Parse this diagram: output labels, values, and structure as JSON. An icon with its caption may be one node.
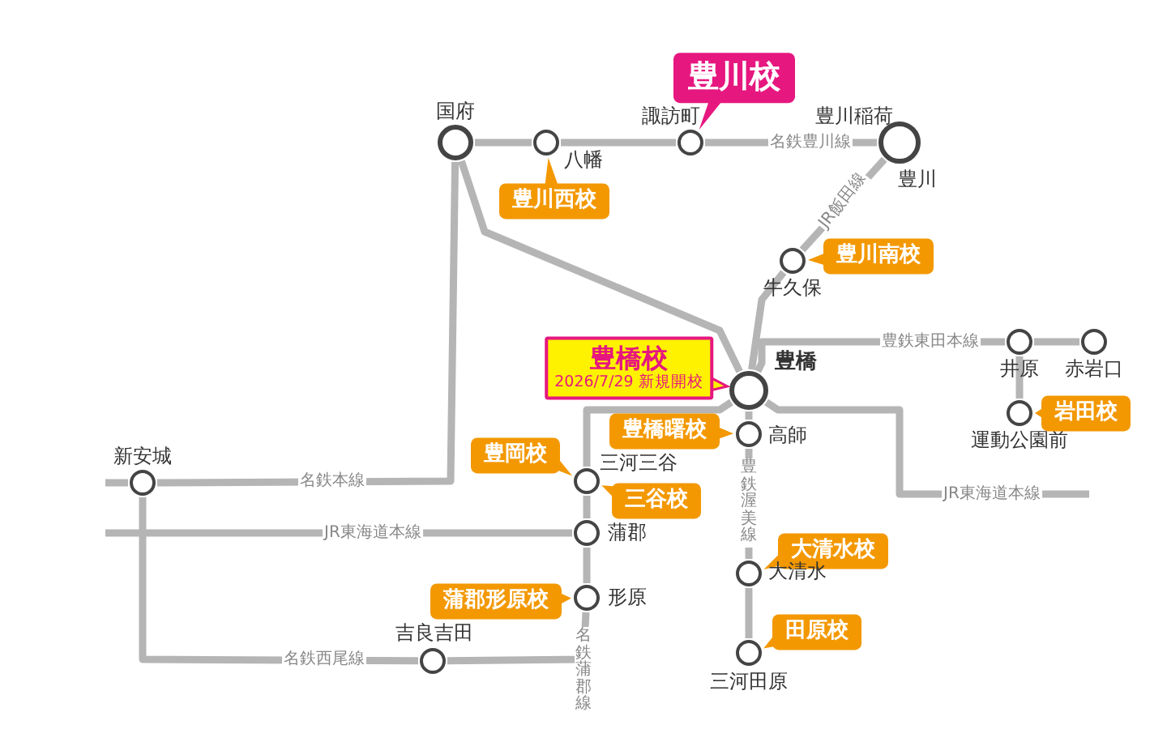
{
  "diagram": {
    "nodes": [
      {
        "text": [
          "豊川校"
        ]
      },
      {
        "text": [],
        "shape": "circle",
        "beside": [
          "国府"
        ]
      },
      {
        "text": [],
        "shape": "circle",
        "beside": [
          "八幡"
        ]
      },
      {
        "text": [],
        "shape": "circle",
        "beside": [
          "諏訪町"
        ]
      },
      {
        "text": [],
        "shape": "circle",
        "beside": [
          "豊川稲荷",
          "豊川"
        ]
      },
      {
        "text": [
          "豊川西校"
        ]
      },
      {
        "text": [
          "豊川南校"
        ]
      },
      {
        "text": [],
        "shape": "circle",
        "beside": [
          "牛久保"
        ]
      },
      {
        "text": [],
        "shape": "circle",
        "beside": [
          "豊橋"
        ]
      },
      {
        "text": [
          "豊橋校",
          "2026/7/29 新規開校"
        ]
      },
      {
        "text": [],
        "shape": "circle",
        "beside": [
          "井原"
        ]
      },
      {
        "text": [],
        "shape": "circle",
        "beside": [
          "赤岩口"
        ]
      },
      {
        "text": [],
        "shape": "circle",
        "beside": [
          "運動公園前"
        ]
      },
      {
        "text": [
          "岩田校"
        ]
      },
      {
        "text": [
          "豊橋曙校"
        ]
      },
      {
        "text": [],
        "shape": "circle",
        "beside": [
          "高師"
        ]
      },
      {
        "text": [],
        "shape": "circle",
        "beside": [
          "新安城"
        ]
      },
      {
        "text": [
          "豊岡校"
        ]
      },
      {
        "text": [],
        "shape": "circle",
        "beside": [
          "三河三谷"
        ]
      },
      {
        "text": [
          "三谷校"
        ]
      },
      {
        "text": [],
        "shape": "circle",
        "beside": [
          "蒲郡"
        ]
      },
      {
        "text": [
          "大清水校"
        ]
      },
      {
        "text": [],
        "shape": "circle",
        "beside": [
          "大清水"
        ]
      },
      {
        "text": [
          "蒲郡形原校"
        ]
      },
      {
        "text": [],
        "shape": "circle",
        "beside": [
          "形原"
        ]
      },
      {
        "text": [
          "田原校"
        ]
      },
      {
        "text": [],
        "shape": "circle",
        "beside": [
          "吉良吉田"
        ]
      },
      {
        "text": [],
        "shape": "circle",
        "beside": [
          "三河田原"
        ]
      }
    ],
    "edges": [
      {
        "from": 1,
        "to": 2,
        "arrow": "none"
      },
      {
        "from": 2,
        "to": 3,
        "arrow": "none"
      },
      {
        "from": 3,
        "to": 4,
        "arrow": "none",
        "label": "名鉄豊川線"
      },
      {
        "from": 4,
        "to": 7,
        "arrow": "none",
        "label": "JR飯田線"
      },
      {
        "from": 7,
        "to": 8,
        "arrow": "none"
      },
      {
        "from": 1,
        "to": 8,
        "arrow": "none"
      },
      {
        "from": 1,
        "to": 16,
        "arrow": "none",
        "label": "名鉄本線"
      },
      {
        "from": 16,
        "to": null,
        "arrow": "none"
      },
      {
        "from": null,
        "to": 20,
        "arrow": "none",
        "label": "JR東海道本線"
      },
      {
        "from": 20,
        "to": 18,
        "arrow": "none"
      },
      {
        "from": 18,
        "to": 8,
        "arrow": "none"
      },
      {
        "from": 8,
        "to": null,
        "arrow": "none",
        "label": "JR東海道本線"
      },
      {
        "from": 8,
        "to": 10,
        "arrow": "none",
        "label": "豊鉄東田本線"
      },
      {
        "from": 10,
        "to": 11,
        "arrow": "none"
      },
      {
        "from": 10,
        "to": 12,
        "arrow": "none"
      },
      {
        "from": 8,
        "to": 15,
        "arrow": "none"
      },
      {
        "from": 15,
        "to": 22,
        "arrow": "none",
        "label": "豊鉄渥美線"
      },
      {
        "from": 22,
        "to": 27,
        "arrow": "none"
      },
      {
        "from": 20,
        "to": 24,
        "arrow": "none"
      },
      {
        "from": 16,
        "to": 26,
        "arrow": "none",
        "label": "名鉄西尾線"
      },
      {
        "from": 26,
        "to": 24,
        "arrow": "none",
        "label": "名鉄蒲郡線"
      },
      {
        "from": 0,
        "to": 3,
        "arrow": "to",
        "color": "#e6177f"
      },
      {
        "from": 5,
        "to": 2,
        "arrow": "to",
        "color": "#f39800"
      },
      {
        "from": 6,
        "to": 7,
        "arrow": "to",
        "color": "#f39800"
      },
      {
        "from": 9,
        "to": 8,
        "arrow": "to",
        "color": "#fff200"
      },
      {
        "from": 13,
        "to": 12,
        "arrow": "to",
        "color": "#f39800"
      },
      {
        "from": 14,
        "to": 15,
        "arrow": "to",
        "color": "#f39800"
      },
      {
        "from": 17,
        "to": 18,
        "arrow": "to",
        "color": "#f39800"
      },
      {
        "from": 19,
        "to": 18,
        "arrow": "to",
        "color": "#f39800"
      },
      {
        "from": 21,
        "to": 22,
        "arrow": "to",
        "color": "#f39800"
      },
      {
        "from": 23,
        "to": 24,
        "arrow": "to",
        "color": "#f39800"
      },
      {
        "from": 25,
        "to": 27,
        "arrow": "to",
        "color": "#f39800"
      }
    ]
  }
}
